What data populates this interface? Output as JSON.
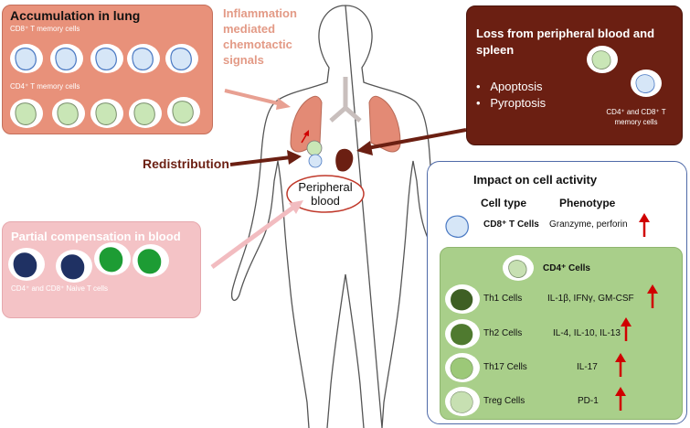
{
  "lung_panel": {
    "title": "Accumulation in lung",
    "cd8_label": "CD8⁺ T memory  cells",
    "cd4_label": "CD4⁺ T memory  cells"
  },
  "inflammation_label": [
    "Inflammation",
    "mediated",
    "chemotactic",
    "signals"
  ],
  "loss_panel": {
    "title_line1": "Loss from peripheral blood and",
    "title_line2": "spleen",
    "bullets": [
      "Apoptosis",
      "Pyroptosis"
    ],
    "cells_label_line1": "CD4⁺ and CD8⁺ T",
    "cells_label_line2": "memory  cells"
  },
  "redistribution_label": "Redistribution",
  "peripheral_blood_label": [
    "Peripheral",
    "blood"
  ],
  "comp_panel": {
    "title": "Partial compensation in blood",
    "cells_label": "CD4⁺ and CD8⁺ Naive T cells"
  },
  "impact_panel": {
    "title": "Impact on cell activity",
    "col_cell_type": "Cell type",
    "col_phenotype": "Phenotype",
    "cd8_row": {
      "cell": "CD8⁺ T Cells",
      "phenotype": "Granzyme, perforin"
    },
    "cd4_header": "CD4⁺ Cells",
    "rows": [
      {
        "cell": "Th1 Cells",
        "phenotype": "IL-1β, IFNγ, GM-CSF",
        "fill": "#3e5f24"
      },
      {
        "cell": "Th2 Cells",
        "phenotype": "IL-4, IL-10, IL-13",
        "fill": "#4f7a2f"
      },
      {
        "cell": "Th17 Cells",
        "phenotype": "IL-17",
        "fill": "#9cc878"
      },
      {
        "cell": "Treg Cells",
        "phenotype": "PD-1",
        "fill": "#c7e0b2"
      }
    ]
  },
  "colors": {
    "lung_panel": "#e8917a",
    "loss_panel": "#6b1f12",
    "comp_panel": "#f4c3c6",
    "cd4_panel": "#a9cf8a",
    "cd8_cell": "#d6e6f7",
    "cd4_memory_cell": "#c9e6b6",
    "naive_cd8": "#1f3163",
    "naive_cd4": "#1d9c34",
    "arrow_up": "#d00000",
    "redistribution_arrow": "#6b1f12",
    "inflammation_text": "#e39a86"
  }
}
